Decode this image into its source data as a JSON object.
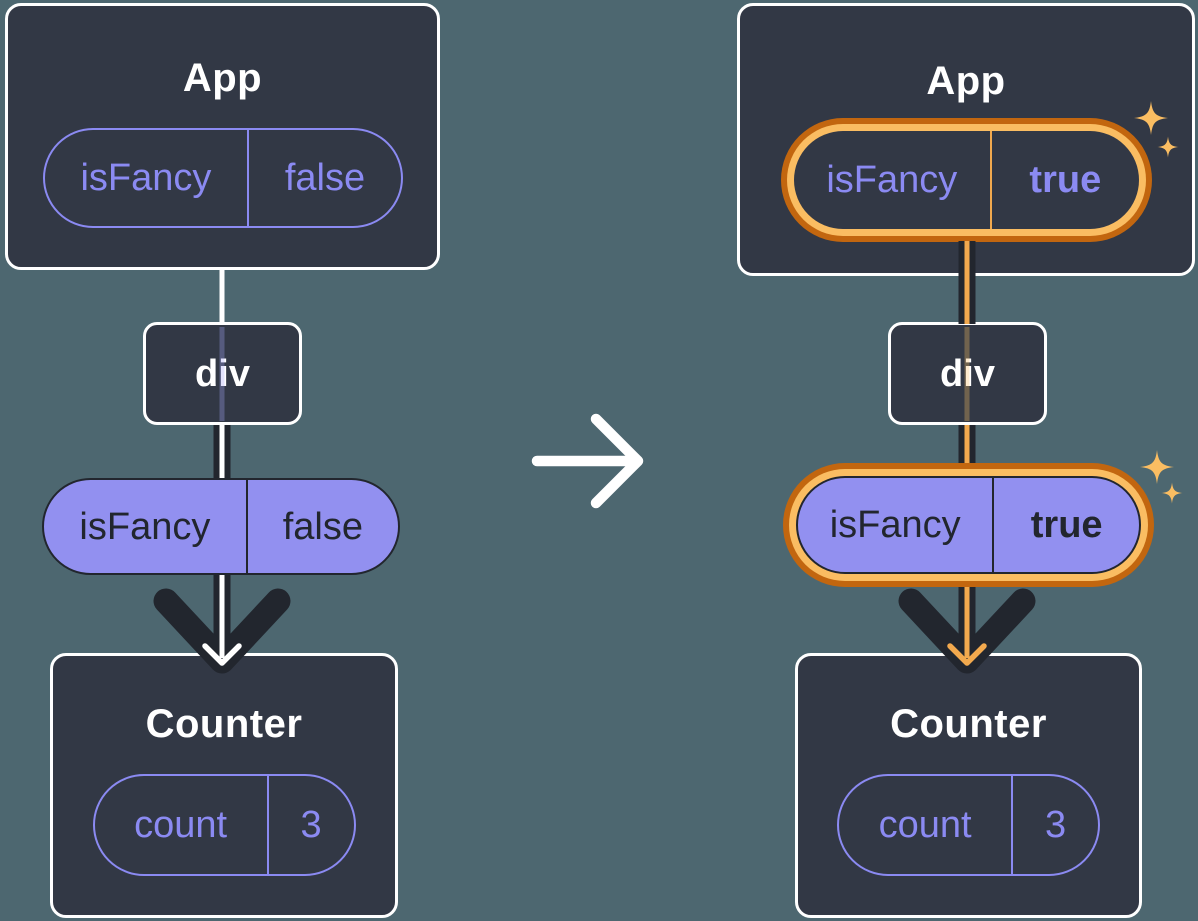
{
  "colors": {
    "bg": "#4D6770",
    "card": "#323845",
    "card_border": "#FFFFFF",
    "ink": "#22262E",
    "purple": "#8B8AF2",
    "purple_fill": "#9290F0",
    "orange_dark": "#C2660F",
    "orange_light": "#FABD62",
    "orange_line": "#F2A94E",
    "white": "#FFFFFF"
  },
  "before": {
    "app": {
      "title": "App",
      "state": {
        "key": "isFancy",
        "value": "false"
      }
    },
    "middle": {
      "label": "div"
    },
    "prop": {
      "key": "isFancy",
      "value": "false"
    },
    "counter": {
      "title": "Counter",
      "state": {
        "key": "count",
        "value": "3"
      }
    }
  },
  "after": {
    "app": {
      "title": "App",
      "state": {
        "key": "isFancy",
        "value": "true"
      }
    },
    "middle": {
      "label": "div"
    },
    "prop": {
      "key": "isFancy",
      "value": "true"
    },
    "counter": {
      "title": "Counter",
      "state": {
        "key": "count",
        "value": "3"
      }
    }
  },
  "icons": {
    "transition_arrow": "arrow-right-icon",
    "changed_state_highlight": "sparkles-icon",
    "data_flow": "arrow-down-icon"
  }
}
